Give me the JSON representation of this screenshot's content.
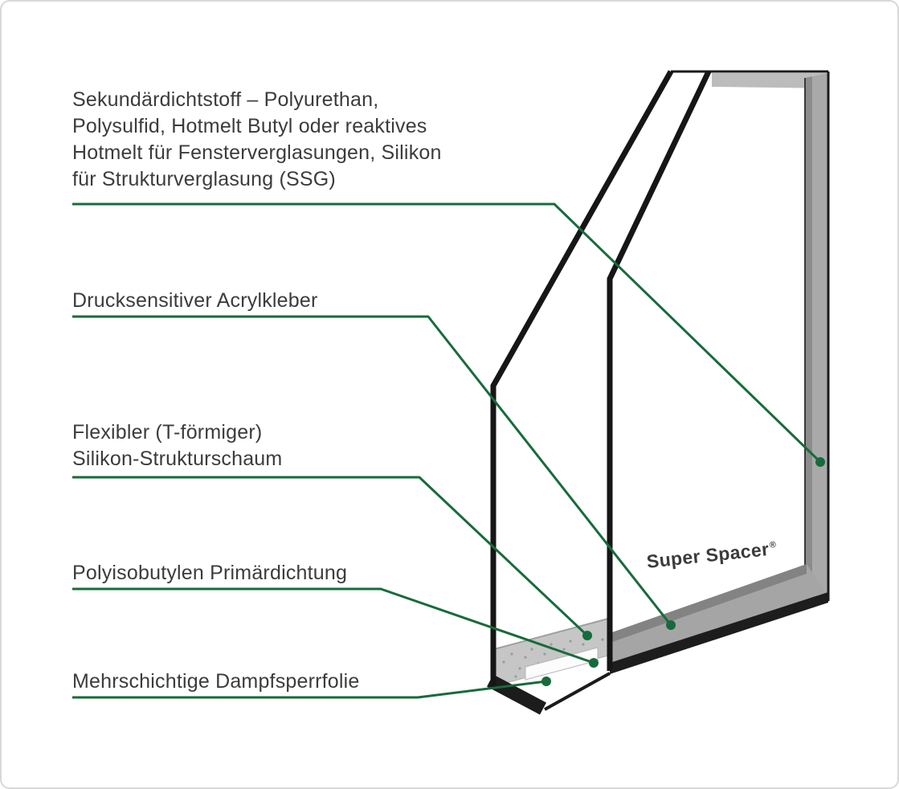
{
  "card": {
    "background": "#ffffff",
    "border_color": "#d8d8d8"
  },
  "colors": {
    "leader_green": "#176b3b",
    "label_text": "#3c3c3b",
    "glass_edge_black": "#1a1a1a",
    "spacer_gray": "#a8a8a8",
    "spacer_dark_gray": "#858585",
    "foam_gray": "#c6c6c6",
    "film_white": "#fcfcfc"
  },
  "labels": [
    {
      "id": "secondary-sealant",
      "text": "Sekundärdichtstoff – Polyurethan,\nPolysulfid, Hotmelt Butyl oder reaktives\nHotmelt für Fensterverglasungen, Silikon\nfür Strukturverglasung (SSG)"
    },
    {
      "id": "pressure-sensitive-acrylic-adhesive",
      "text": "Drucksensitiver Acrylkleber"
    },
    {
      "id": "flexible-silicone-structural-foam",
      "text": "Flexibler (T-förmiger)\nSilikon-Strukturschaum"
    },
    {
      "id": "polyisobutylene-primary-seal",
      "text": "Polyisobutylen Primärdichtung"
    },
    {
      "id": "multilayer-vapor-barrier-film",
      "text": "Mehrschichtige Dampfsperrfolie"
    }
  ],
  "product": {
    "name": "Super Spacer",
    "registered_mark": "®"
  }
}
